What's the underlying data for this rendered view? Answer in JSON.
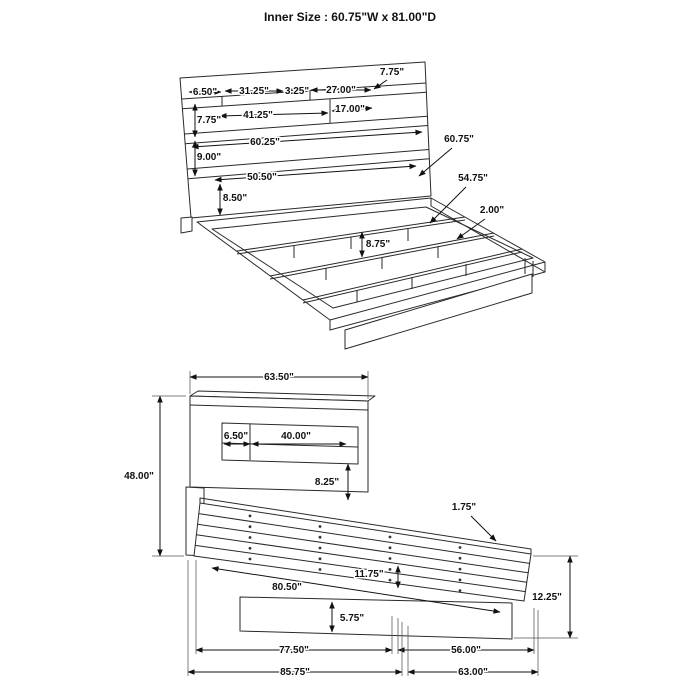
{
  "title": "Inner Size : 60.75\"W x 81.00\"D",
  "top_view": {
    "dims": {
      "d1": "6.50\"",
      "d2": "31.25\"",
      "d3": "3.25\"",
      "d4": "27.00\"",
      "d5": "7.75\"",
      "d6": "41.25\"",
      "d7": "17.00\"",
      "d8": "7.75\"",
      "d9": "9.00\"",
      "d10": "60.25\"",
      "d11": "50.50\"",
      "d12": "8.50\"",
      "d13": "60.75\"",
      "d14": "54.75\"",
      "d15": "2.00\"",
      "d16": "8.75\""
    }
  },
  "side_view": {
    "dims": {
      "b1": "63.50\"",
      "b2": "48.00\"",
      "b3": "6.50\"",
      "b4": "40.00\"",
      "b5": "8.25\"",
      "b6": "1.75\"",
      "b7": "80.50\"",
      "b8": "11.75\"",
      "b9": "12.25\"",
      "b10": "5.75\"",
      "b11": "77.50\"",
      "b12": "56.00\"",
      "b13": "85.75\"",
      "b14": "63.00\""
    }
  }
}
